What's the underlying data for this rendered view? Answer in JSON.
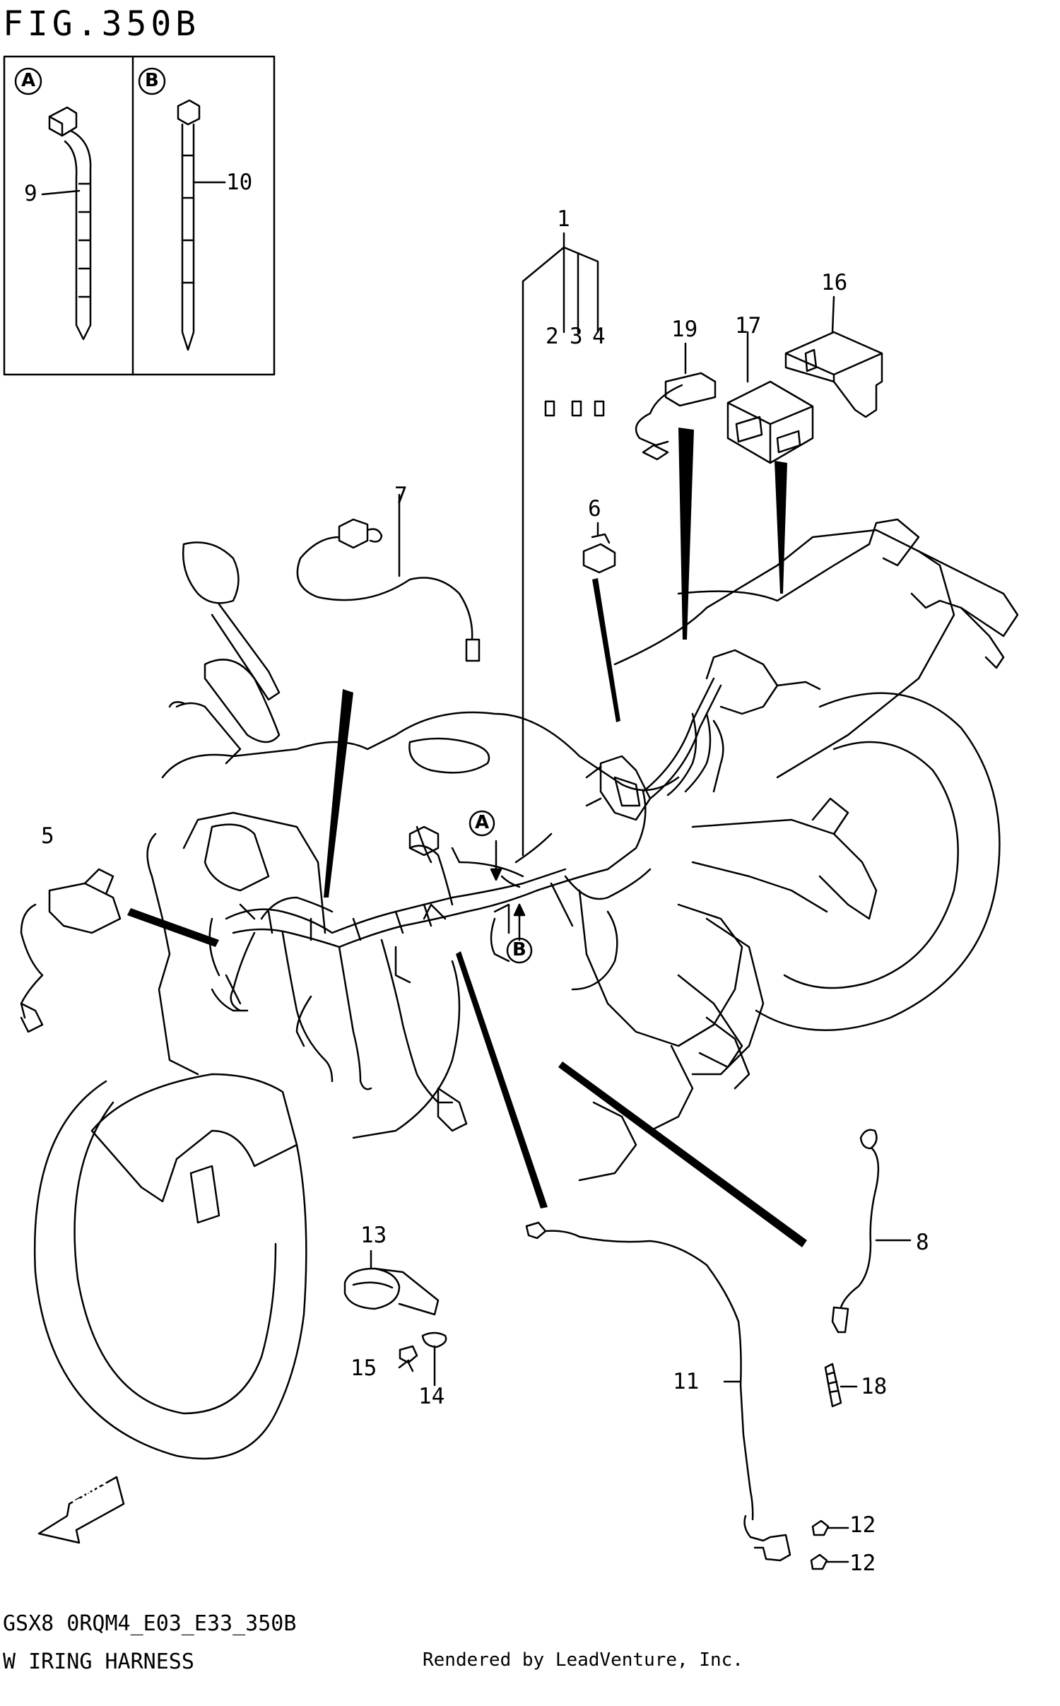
{
  "figure": {
    "title": "FIG.350B",
    "code": "GSX8 0RQM4_E03_E33_350B",
    "name": "W IRING HARNESS",
    "credit": "Rendered by LeadVenture, Inc."
  },
  "insets": [
    {
      "letter": "A",
      "part": "9"
    },
    {
      "letter": "B",
      "part": "10"
    }
  ],
  "callouts": [
    "1",
    "2",
    "3",
    "4",
    "5",
    "6",
    "7",
    "8",
    "9",
    "10",
    "11",
    "12",
    "12",
    "13",
    "14",
    "15",
    "16",
    "17",
    "18",
    "19"
  ],
  "markers": [
    "A",
    "B"
  ],
  "direction": "FWD"
}
